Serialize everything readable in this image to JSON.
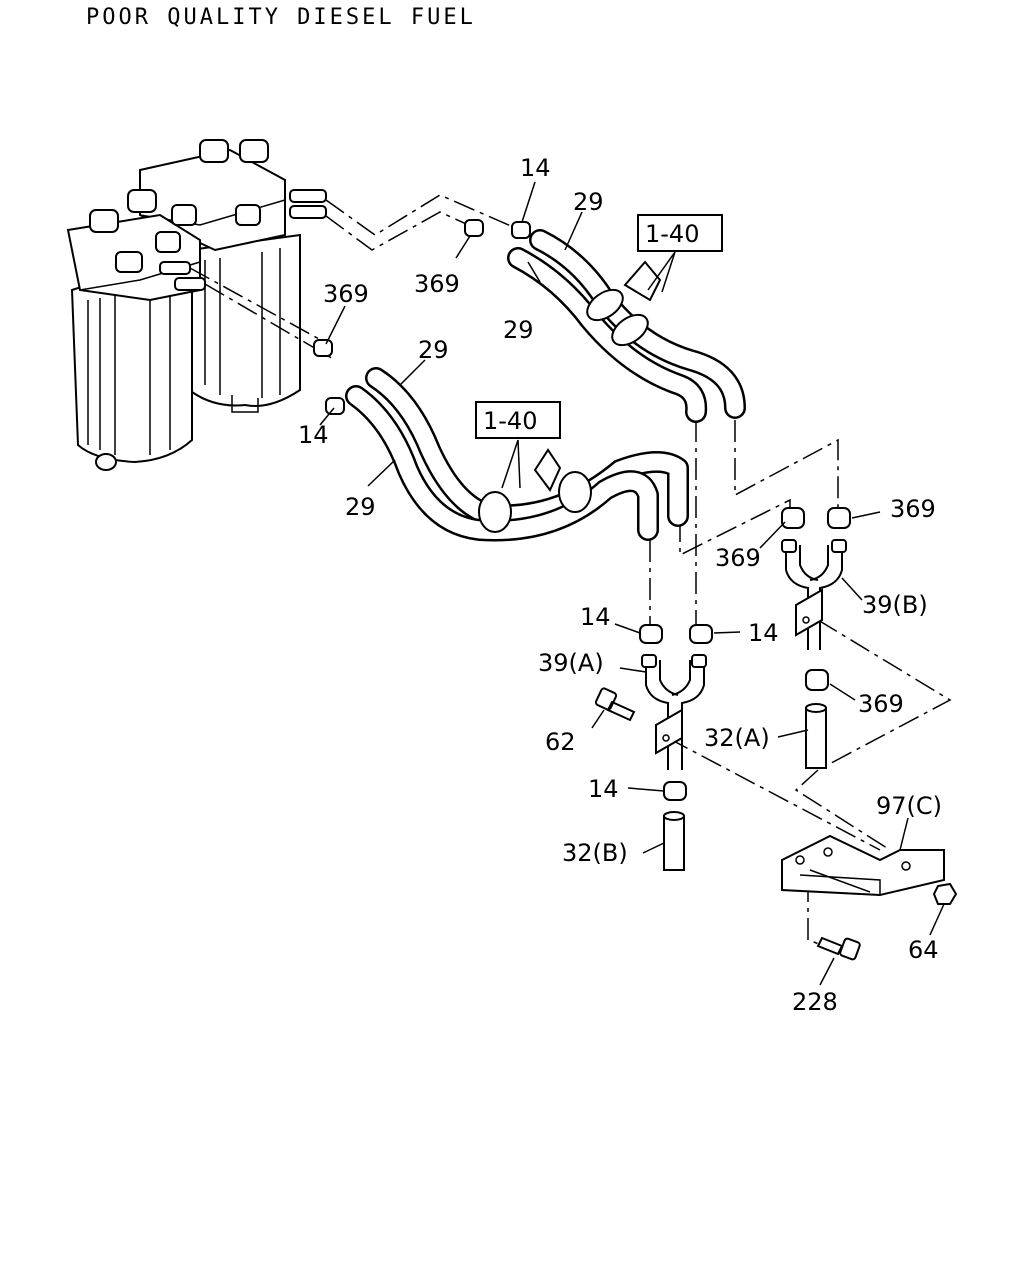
{
  "title": "POOR QUALITY DIESEL FUEL",
  "callouts": {
    "c14_top": "14",
    "c29_top_a": "29",
    "c29_top_b": "29",
    "c369_top": "369",
    "c369_left": "369",
    "c14_left": "14",
    "c29_mid": "29",
    "c29_low": "29",
    "ref_1_40_top": "1-40",
    "ref_1_40_mid": "1-40",
    "c369_right_a": "369",
    "c369_right_b": "369",
    "c39b": "39(B)",
    "c14_mid_a": "14",
    "c14_mid_b": "14",
    "c39a": "39(A)",
    "c369_right_c": "369",
    "c62": "62",
    "c32a": "32(A)",
    "c14_low": "14",
    "c32b": "32(B)",
    "c97c": "97(C)",
    "c64": "64",
    "c228": "228"
  }
}
